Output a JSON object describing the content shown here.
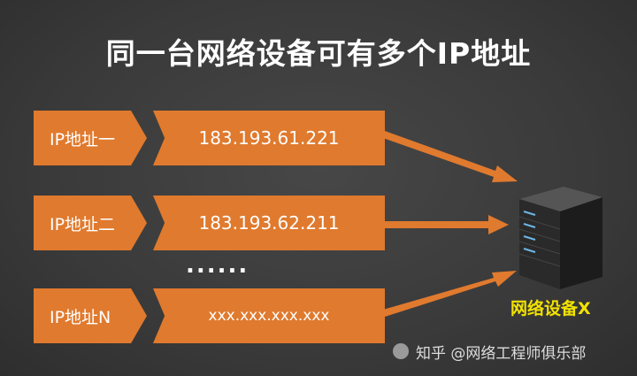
{
  "title": "同一台网络设备可有多个IP地址",
  "rows": [
    {
      "label": "IP地址一",
      "ip": "183.193.61.221"
    },
    {
      "label": "IP地址二",
      "ip": "183.193.62.211"
    },
    {
      "label": "IP地址N",
      "ip": "xxx.xxx.xxx.xxx"
    }
  ],
  "ellipsis": "......",
  "device_label": "网络设备X",
  "watermark": "知乎 @网络工程师俱乐部",
  "colors": {
    "background": "#3d3d3d",
    "accent_orange": "#e07a2e",
    "device_label": "#f2e200",
    "text": "#ffffff"
  },
  "icons": [
    "server-icon",
    "arrow-icon",
    "watermark-logo-icon"
  ]
}
